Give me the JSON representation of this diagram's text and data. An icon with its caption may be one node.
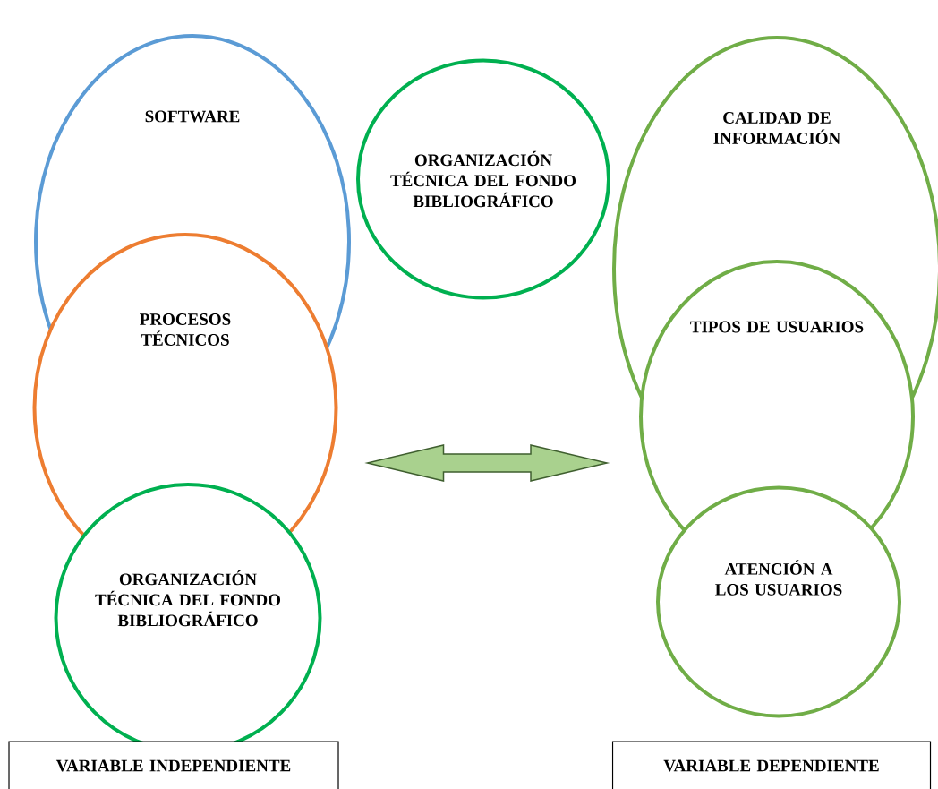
{
  "diagram": {
    "nodes": [
      {
        "text": [
          "SOFTWARE"
        ]
      },
      {
        "text": [
          "PROCESOS TÉCNICOS"
        ]
      },
      {
        "text": [
          "ORGANIZACIÓN TÉCNICA DEL FONDO BIBLIOGRÁFICO"
        ]
      },
      {
        "text": [
          "ORGANIZACIÓN TÉCNICA DEL FONDO BIBLIOGRÁFICO"
        ]
      },
      {
        "text": [
          "CALIDAD DE INFORMACIÓN"
        ]
      },
      {
        "text": [
          "TIPOS DE USUARIOS"
        ]
      },
      {
        "text": [
          "ATENCIÓN A LOS USUARIOS"
        ]
      },
      {
        "text": [
          "VARIABLE INDEPENDIENTE"
        ]
      },
      {
        "text": [
          "VARIABLE DEPENDIENTE"
        ]
      }
    ],
    "edges": [
      {
        "from": 1,
        "to": 5,
        "arrow": "both",
        "style": "thick"
      }
    ]
  }
}
